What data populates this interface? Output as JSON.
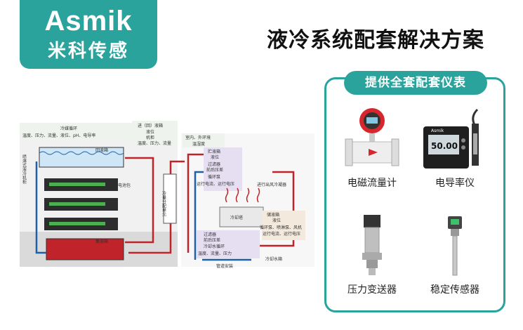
{
  "logo": {
    "brand": "Asmik",
    "name_cn": "米科传感"
  },
  "headline": "液冷系统配套解决方案",
  "diagram": {
    "labels": {
      "cooling_loop": "冷媒循环",
      "cooling_loop_params": "温度、压力、流量、液位、pH、电导率",
      "side_label": "喷淋式液冷机柜",
      "inlet_return": "进（回）液箱",
      "inlet_level": "液位",
      "machine_cabinet": "机柜",
      "cabinet_params": "温度、压力、流量",
      "indoor_outdoor": "室内、外环境",
      "temp_humidity": "温湿度",
      "reservoir": "贮液箱",
      "reservoir_level": "液位",
      "filter": "过滤器",
      "filter_diff": "前后压差",
      "circ_pump": "循环泵",
      "pump_params": "运行电流、运行电压",
      "cdu": "冷量分配单元",
      "fan": "进行出风冷凝器",
      "cooling_tower": "冷却塔",
      "makeup_tank": "储液箱",
      "makeup_level": "液位",
      "loop_pump": "循环泵、喷淋泵、风机",
      "loop_pump_params": "运行电流、运行电压",
      "filter2": "过滤器",
      "filter2_diff": "前后压差",
      "cooling_water": "冷却水循环",
      "cooling_water_params": "温度、流量、压力",
      "power_box": "电池包",
      "coolant_tank": "回液箱",
      "return_box": "集液箱",
      "pipe_note": "管道安装",
      "drain_note": "冷却水箱"
    }
  },
  "panel": {
    "title": "提供全套配套仪表",
    "products": [
      {
        "label": "电磁流量计",
        "icon": "electromagnetic-flowmeter-icon"
      },
      {
        "label": "电导率仪",
        "icon": "conductivity-meter-icon",
        "display": "50.00",
        "brand": "Asmik"
      },
      {
        "label": "压力变送器",
        "icon": "pressure-transmitter-icon"
      },
      {
        "label": "稳定传感器",
        "icon": "temperature-sensor-icon"
      }
    ]
  },
  "colors": {
    "accent": "#2ba39d",
    "hot_pipe": "#c0232a",
    "cold_pipe": "#1d5fa8"
  }
}
